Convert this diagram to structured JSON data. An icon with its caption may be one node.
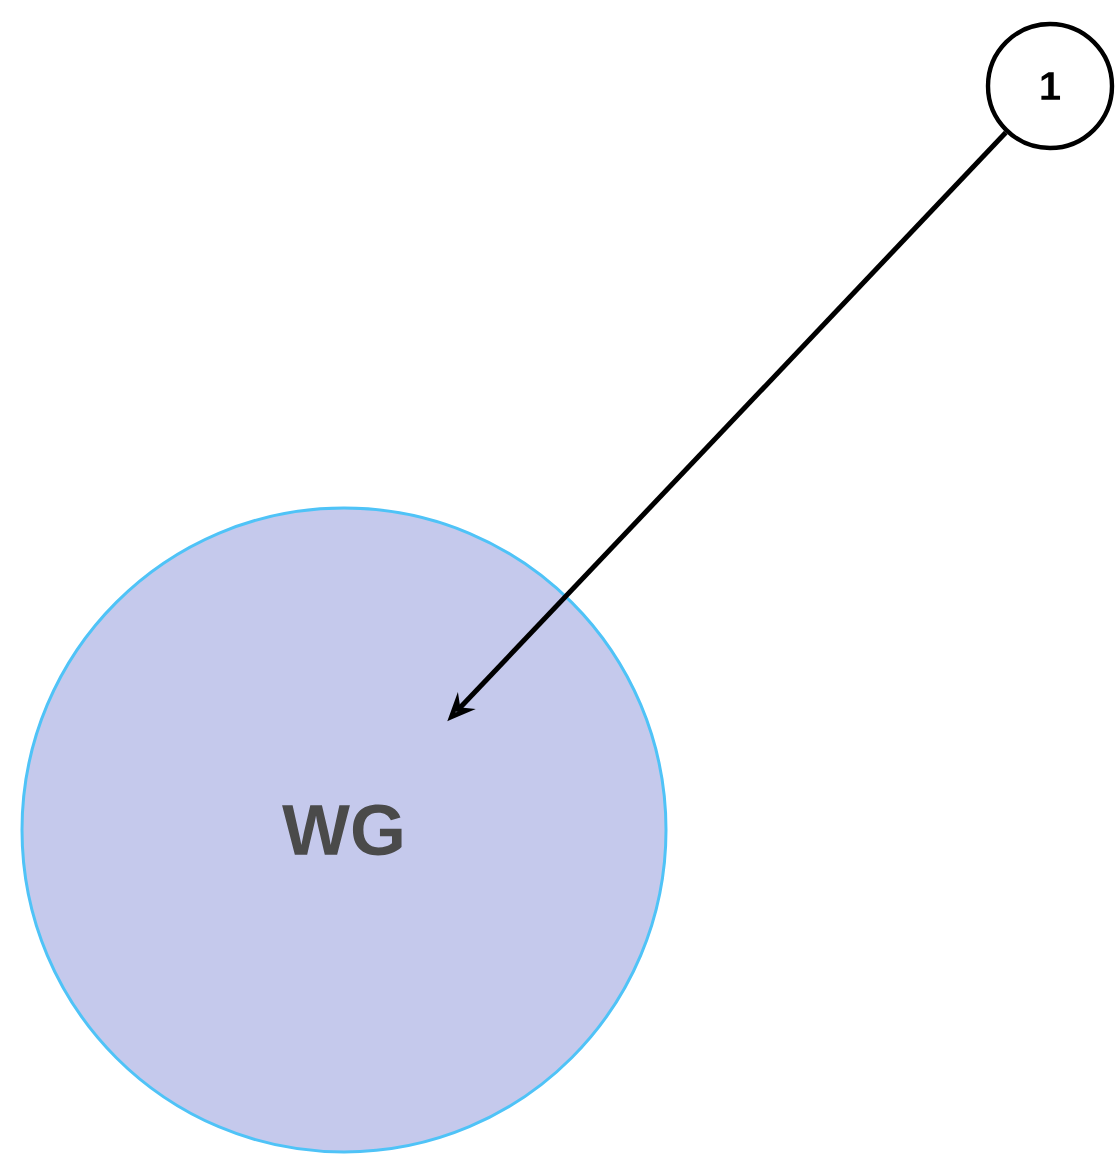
{
  "diagram": {
    "nodes": [
      {
        "text": [
          "1"
        ]
      },
      {
        "text": [
          "WG"
        ]
      }
    ],
    "edges": [
      {
        "from": 0,
        "to": 1,
        "arrow": "to"
      }
    ]
  }
}
